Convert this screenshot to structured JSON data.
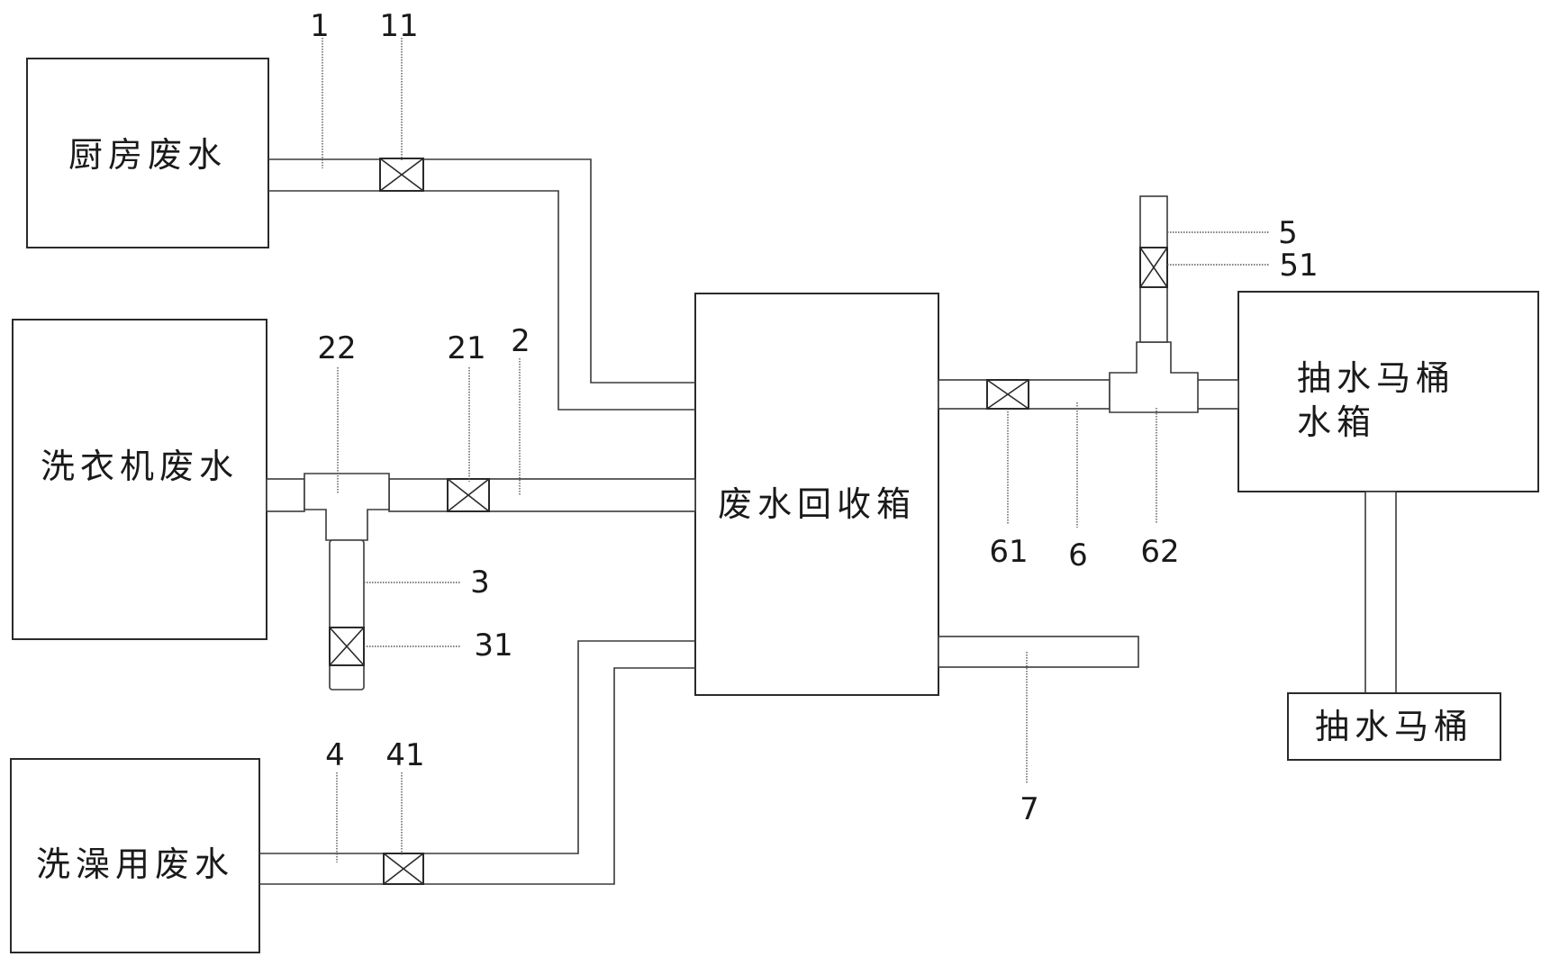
{
  "diagram": {
    "boxes": {
      "kitchen": "厨房废水",
      "washer": "洗衣机废水",
      "bath": "洗澡用废水",
      "recovery": "废水回收箱",
      "tank_line1": "抽水马桶",
      "tank_line2": "水箱",
      "toilet": "抽水马桶"
    },
    "labels": {
      "l1": "1",
      "l11": "11",
      "l2": "2",
      "l21": "21",
      "l22": "22",
      "l3": "3",
      "l31": "31",
      "l4": "4",
      "l41": "41",
      "l5": "5",
      "l51": "51",
      "l6": "6",
      "l61": "61",
      "l62": "62",
      "l7": "7"
    },
    "colors": {
      "line": "#2a2a2a",
      "background": "#ffffff"
    }
  }
}
